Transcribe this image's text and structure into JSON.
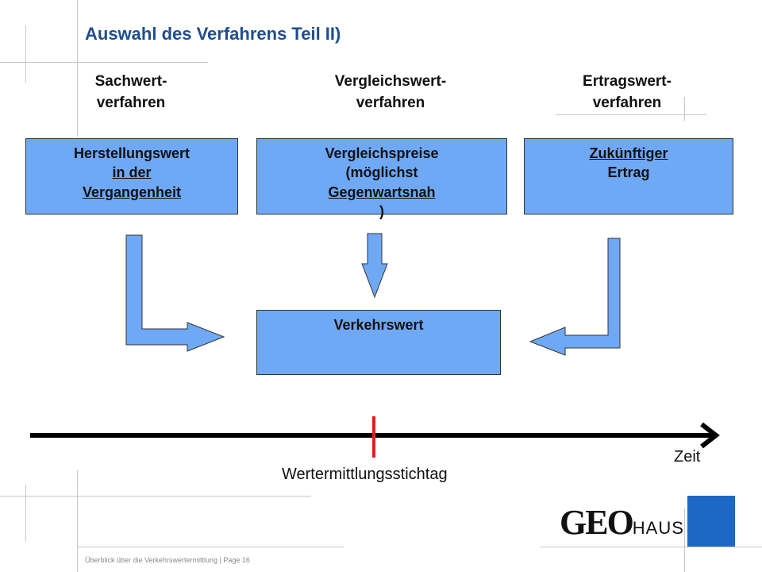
{
  "title": "Auswahl des Verfahrens Teil II)",
  "methods": [
    {
      "line1": "Sachwert-",
      "line2": "verfahren"
    },
    {
      "line1": "Vergleichswert-",
      "line2": "verfahren"
    },
    {
      "line1": "Ertragswert-",
      "line2": "verfahren"
    }
  ],
  "boxes": {
    "herstellung": {
      "line1": "Herstellungswert",
      "line2": "in der",
      "line3": "Vergangenheit"
    },
    "vergleich": {
      "line1": "Vergleichspreise",
      "line2": "(möglichst",
      "line3_a": "Gegenwartsnah",
      "line3_b": ")"
    },
    "ertrag": {
      "line1": "Zukünftiger",
      "line2": "Ertrag"
    },
    "verkehrswert": {
      "label": "Verkehrswert"
    }
  },
  "timeline": {
    "axis_label": "Zeit",
    "marker_label": "Wertermittlungsstichtag"
  },
  "footer": {
    "text": "Überblick über die Verkehrswertermittlung  |  Page 16"
  },
  "logo": {
    "part1": "GEO",
    "part2": "HAUS"
  },
  "colors": {
    "title": "#1f4e8c",
    "box_fill": "#6fa8f5",
    "arrow_fill": "#6fa8f5",
    "marker": "#e02020",
    "logo_square": "#1c68c4"
  }
}
